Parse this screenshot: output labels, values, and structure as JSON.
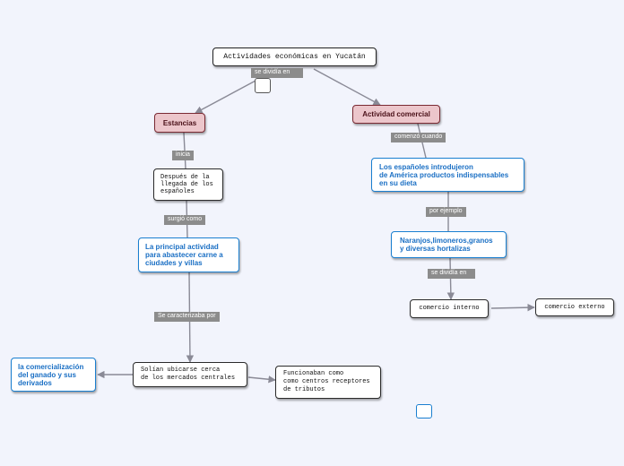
{
  "root": {
    "text": "Actividades económicas en Yucatán"
  },
  "nodes": {
    "estancias": "Estancias",
    "actividad_comercial": "Actividad comercial",
    "despues": "Después de la\nllegada de los\nespañoles",
    "principal": "La principal actividad\npara abastecer carne a\nciudades y villas",
    "solian": "Solían ubicarse cerca\nde los mercados centrales",
    "comercializacion": "la comercialización\ndel ganado y sus\nderivados",
    "funcionaban": "Funcionaban como\ncomo centros receptores\nde tributos",
    "espanoles": "Los españoles introdujeron\nde América productos indispensables\nen su dieta",
    "naranjos": "Naranjos,limoneros,granos\ny diversas hortalizas",
    "comercio_interno": "comercio interno",
    "comercio_externo": "comercio externo"
  },
  "labels": {
    "se_dividia": "se dividía en",
    "inicia": "inicia",
    "surgio": "surgió como",
    "se_caracterizaba": "Se caracterizaba por",
    "comenzo": "comenzó cuando",
    "por_ejemplo": "por ejemplo",
    "se_dividia_2": "se dividía en"
  },
  "colors": {
    "connector": "#8a8a96",
    "blue_border": "#1a7fd0",
    "pink_fill": "#ecc6cb",
    "label_fill": "#8c8c8c"
  }
}
